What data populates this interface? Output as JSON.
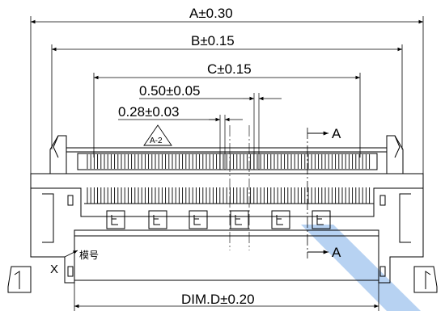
{
  "dimensions": {
    "a": "A±0.30",
    "b": "B±0.15",
    "c": "C±0.15",
    "pitch": "0.50±0.05",
    "pin_width": "0.28±0.03",
    "d": "DIM.D±0.20"
  },
  "callouts": {
    "datum": "A-2",
    "section_top": "A",
    "section_bottom": "A",
    "x_marker": "X",
    "mold_number": "模号"
  },
  "colors": {
    "line": "#000000",
    "watermark": "#9fc3ee"
  }
}
